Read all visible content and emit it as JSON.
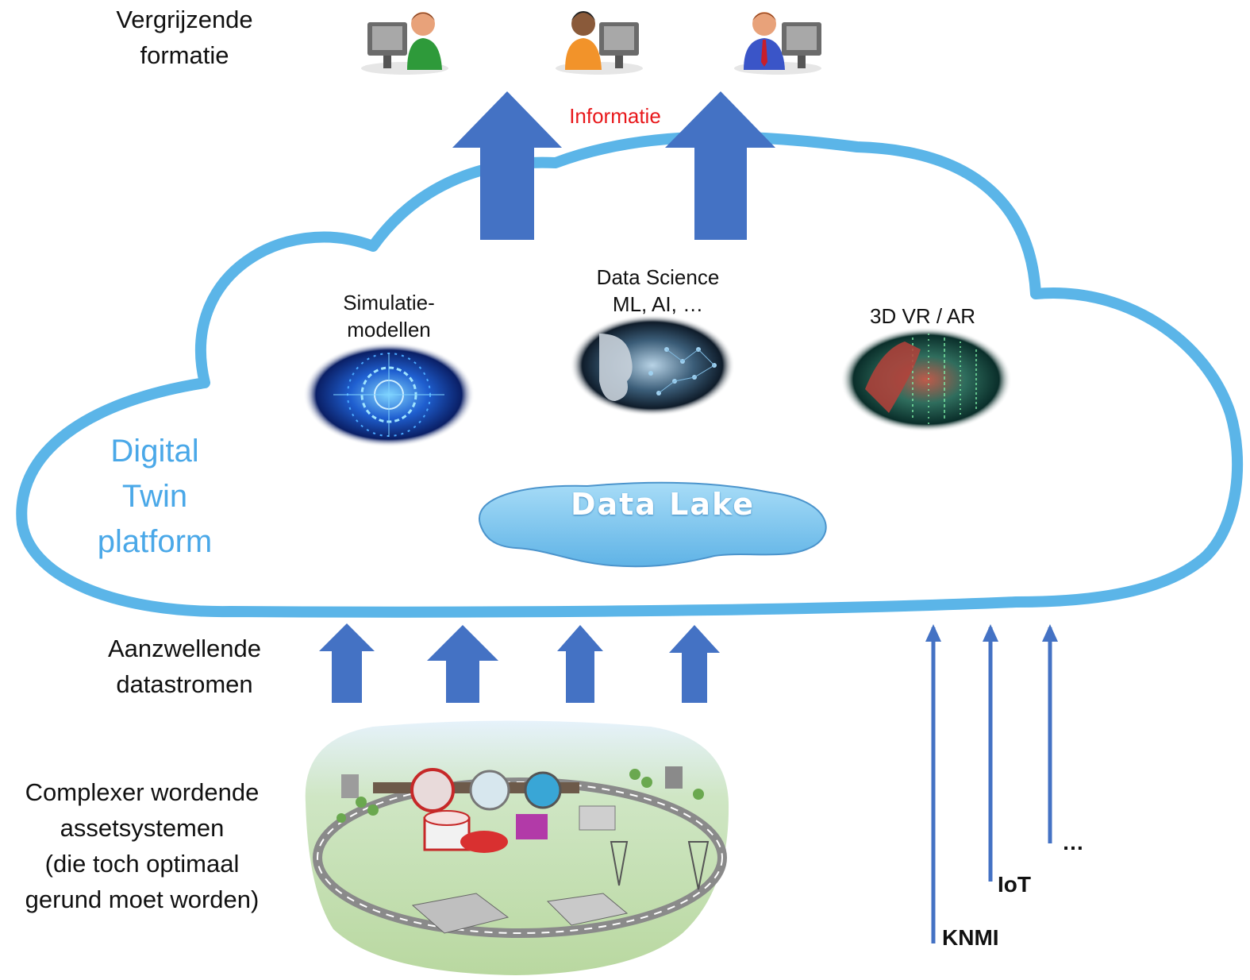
{
  "top_left": {
    "line1": "Vergrijzende",
    "line2": "formatie"
  },
  "info_label": "Informatie",
  "platform": {
    "line1": "Digital",
    "line2": "Twin",
    "line3": "platform"
  },
  "modules": {
    "simulation": {
      "line1": "Simulatie-",
      "line2": "modellen"
    },
    "datascience": {
      "line1": "Data Science",
      "line2": "ML, AI, …"
    },
    "vr": {
      "line1": "3D VR / AR"
    }
  },
  "data_lake": "Data Lake",
  "streams": {
    "line1": "Aanzwellende",
    "line2": "datastromen"
  },
  "assets": {
    "line1": "Complexer wordende",
    "line2": "assetsystemen",
    "line3": "(die toch optimaal",
    "line4": "gerund moet worden)"
  },
  "sources": {
    "knmi": "KNMI",
    "iot": "IoT",
    "more": "…"
  },
  "colors": {
    "cloud": "#5bb5e8",
    "arrow": "#4472c4",
    "lake": "#7cc3ec",
    "info": "#e8181b"
  }
}
